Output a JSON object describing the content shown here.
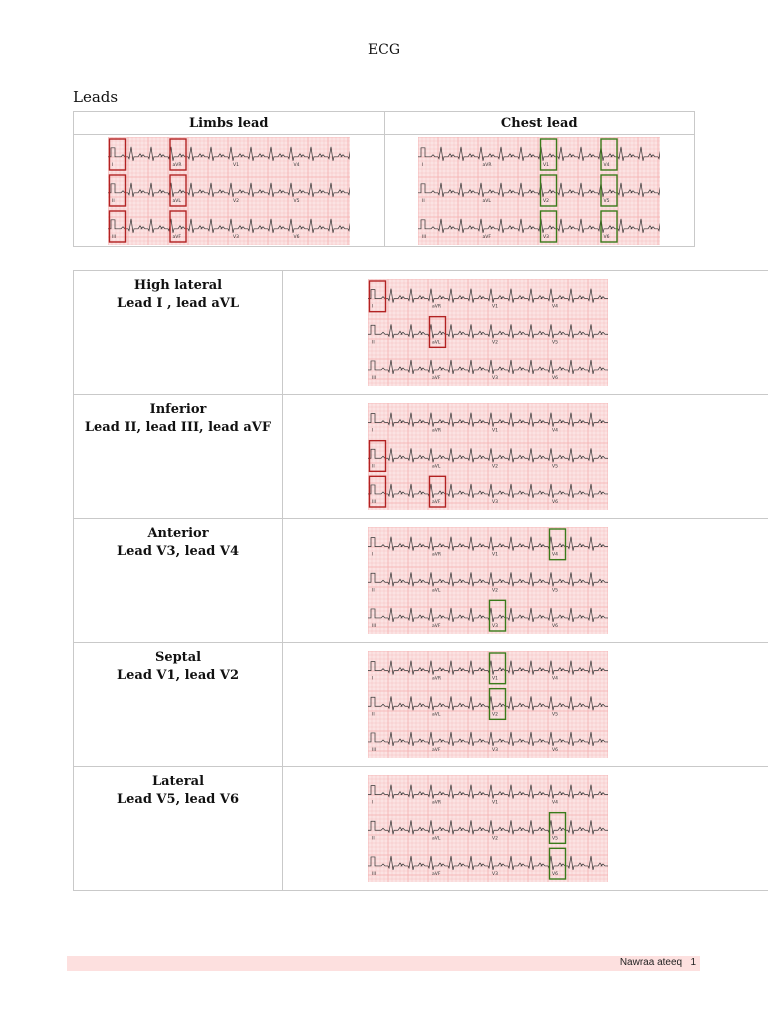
{
  "document": {
    "title": "ECG",
    "section_heading": "Leads",
    "leads_table": {
      "headers": [
        "Limbs lead",
        "Chest lead"
      ],
      "highlight_colors": {
        "limb": "#b22222",
        "chest": "#3a7a1a"
      }
    },
    "regions": [
      {
        "name": "High lateral",
        "leads": "Lead I , lead aVL",
        "color": "#b22222"
      },
      {
        "name": "Inferior",
        "leads": "Lead II, lead III, lead aVF",
        "color": "#b22222"
      },
      {
        "name": "Anterior",
        "leads": "Lead V3, lead V4",
        "color": "#3a7a1a"
      },
      {
        "name": "Septal",
        "leads": "Lead V1, lead V2",
        "color": "#3a7a1a"
      },
      {
        "name": "Lateral",
        "leads": "Lead V5, lead V6",
        "color": "#3a7a1a"
      }
    ],
    "ecg_strip": {
      "lead_labels": [
        [
          "I",
          "aVR",
          "V1",
          "V4"
        ],
        [
          "II",
          "aVL",
          "V2",
          "V5"
        ],
        [
          "III",
          "aVF",
          "V3",
          "V6"
        ]
      ],
      "grid_color": "#f4aeae",
      "background": "#fbe3e3"
    },
    "footer": {
      "author": "Nawraa ateeq",
      "page": "1"
    }
  }
}
